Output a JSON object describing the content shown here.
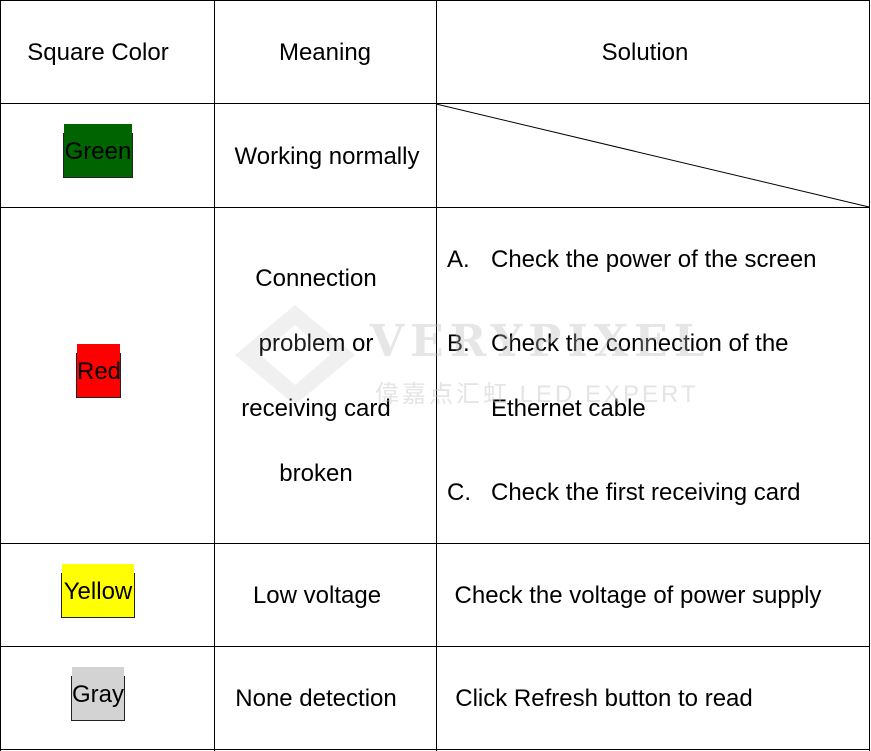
{
  "header": {
    "col1": "Square Color",
    "col2": "Meaning",
    "col3": "Solution"
  },
  "rows": [
    {
      "color_label": "Green",
      "color": "#006400",
      "meaning": "Working normally"
    },
    {
      "color_label": "Red",
      "color": "#ff0000",
      "meaning_lines": [
        "Connection",
        "problem or",
        "receiving card",
        "broken"
      ],
      "solutions": [
        {
          "letter": "A.",
          "text": "Check the power of the screen"
        },
        {
          "letter": "B.",
          "text": "Check the connection of the",
          "text2": "Ethernet cable"
        },
        {
          "letter": "C.",
          "text": "Check the first receiving card"
        }
      ]
    },
    {
      "color_label": "Yellow",
      "color": "#ffff00",
      "meaning": "Low voltage",
      "solution": "Check the voltage of power supply"
    },
    {
      "color_label": "Gray",
      "color": "#d3d3d3",
      "meaning": "None detection",
      "solution": "Click Refresh button to read"
    }
  ],
  "watermark": {
    "brand": "VERYPIXEL",
    "sub_cn": "偉嘉点汇虹",
    "sub_en": "LED EXPERT"
  }
}
